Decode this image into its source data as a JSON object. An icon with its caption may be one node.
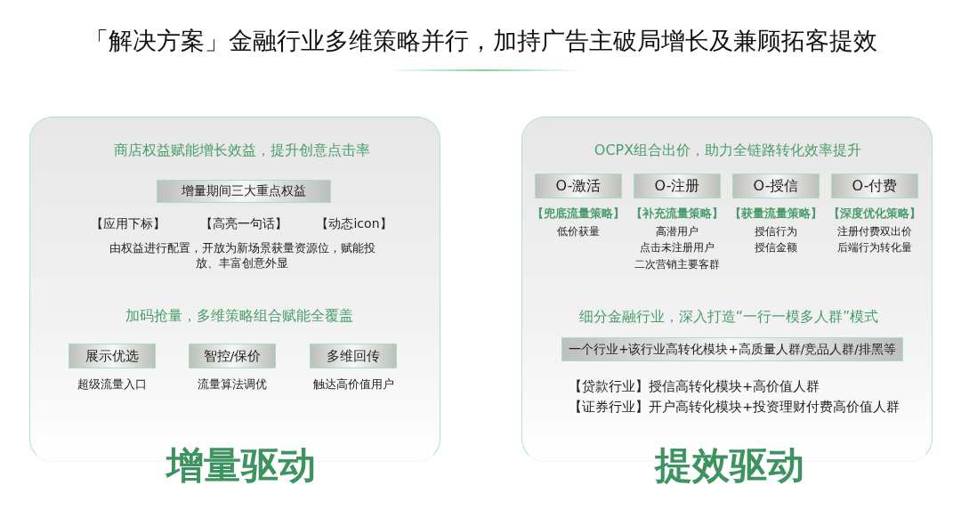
{
  "diagram": {
    "title": "「解决方案」金融行业多维策略并行，加持广告主破局增长及兼顾拓客提效",
    "nodes": [
      {
        "text": [
          "商店权益赋能增长效益，提升创意点击率",
          "加码抢量，多维策略组合赋能全覆盖"
        ]
      },
      {
        "text": [
          "增量期间三大重点权益"
        ],
        "in": 0,
        "beside": [
          "【应用下标】",
          "【高亮一句话】",
          "【动态icon】",
          "由权益进行配置，开放为新场景获量资源位，赋能投放、丰富创意外显"
        ]
      },
      {
        "text": [
          "展示优选"
        ],
        "in": 0,
        "beside": [
          "超级流量入口"
        ]
      },
      {
        "text": [
          "智控/保价"
        ],
        "in": 0,
        "beside": [
          "流量算法调优"
        ]
      },
      {
        "text": [
          "多维回传"
        ],
        "in": 0,
        "beside": [
          "触达高价值用户"
        ]
      },
      {
        "text": [
          "OCPX组合出价，助力全链路转化效率提升",
          "细分金融行业，深入打造“一行一模多人群”模式"
        ]
      },
      {
        "text": [
          "O-激活"
        ],
        "in": 5,
        "beside": [
          "【兜底流量策略】",
          "低价获量"
        ]
      },
      {
        "text": [
          "O-注册"
        ],
        "in": 5,
        "beside": [
          "【补充流量策略】",
          "高潜用户",
          "点击未注册用户",
          "二次营销主要客群"
        ]
      },
      {
        "text": [
          "O-授信"
        ],
        "in": 5,
        "beside": [
          "【获量流量策略】",
          "授信行为",
          "授信金额"
        ]
      },
      {
        "text": [
          "O-付费"
        ],
        "in": 5,
        "beside": [
          "【深度优化策略】",
          "注册付费双出价",
          "后端行为转化量"
        ]
      },
      {
        "text": [
          "一个行业+该行业高转化模块+高质量人群/竞品人群/排黑等"
        ],
        "in": 5,
        "beside": [
          "【贷款行业】授信高转化模块+高价值人群",
          "【证券行业】开户高转化模块+投资理财付费高价值人群"
        ]
      }
    ],
    "labels": [
      "增量驱动",
      "提效驱动"
    ]
  }
}
